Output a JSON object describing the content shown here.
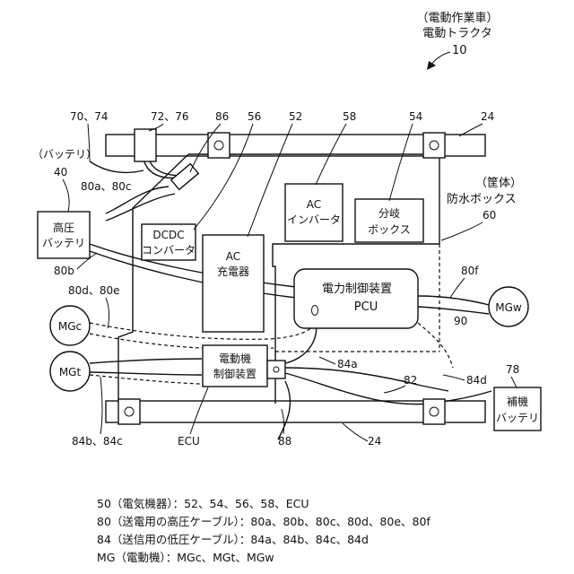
{
  "title": {
    "line1": "（電動作業車）",
    "line2": "電動トラクタ",
    "ref": "10"
  },
  "components": {
    "hv_battery": {
      "line1": "高圧",
      "line2": "バッテリ"
    },
    "hv_battery_label": {
      "line1": "（バッテリ）",
      "ref": "40"
    },
    "dcdc": {
      "line1": "DCDC",
      "line2": "コンバータ"
    },
    "ac_charger": {
      "line1": "AC",
      "line2": "充電器"
    },
    "ac_inverter": {
      "line1": "AC",
      "line2": "インバータ"
    },
    "junction_box": {
      "line1": "分岐",
      "line2": "ボックス"
    },
    "pcu": {
      "line1": "電力制御装置",
      "line2": "PCU"
    },
    "motor_controller": {
      "line1": "電動機",
      "line2": "制御装置"
    },
    "aux_battery": {
      "line1": "補機",
      "line2": "バッテリ"
    },
    "mgc": "MGc",
    "mgt": "MGt",
    "mgw": "MGw",
    "housing_label": {
      "line1": "（筐体）",
      "line2": "防水ボックス",
      "ref": "60"
    }
  },
  "refs": {
    "r70_74": "70、74",
    "r72_76": "72、76",
    "r86": "86",
    "r56": "56",
    "r52": "52",
    "r58": "58",
    "r54": "54",
    "r24_top": "24",
    "r80a_80c": "80a、80c",
    "r80b": "80b",
    "r80d_80e": "80d、80e",
    "r80f": "80f",
    "r90": "90",
    "r84a": "84a",
    "r84d": "84d",
    "r82": "82",
    "r78": "78",
    "r84b_84c": "84b、84c",
    "r_ecu": "ECU",
    "r88": "88",
    "r24_bottom": "24"
  },
  "legend": [
    "50（電気機器）：52、54、56、58、ECU",
    "80（送電用の高圧ケーブル）：80a、80b、80c、80d、80e、80f",
    "84（送信用の低圧ケーブル）：84a、84b、84c、84d",
    "MG（電動機）：MGc、MGt、MGw"
  ]
}
